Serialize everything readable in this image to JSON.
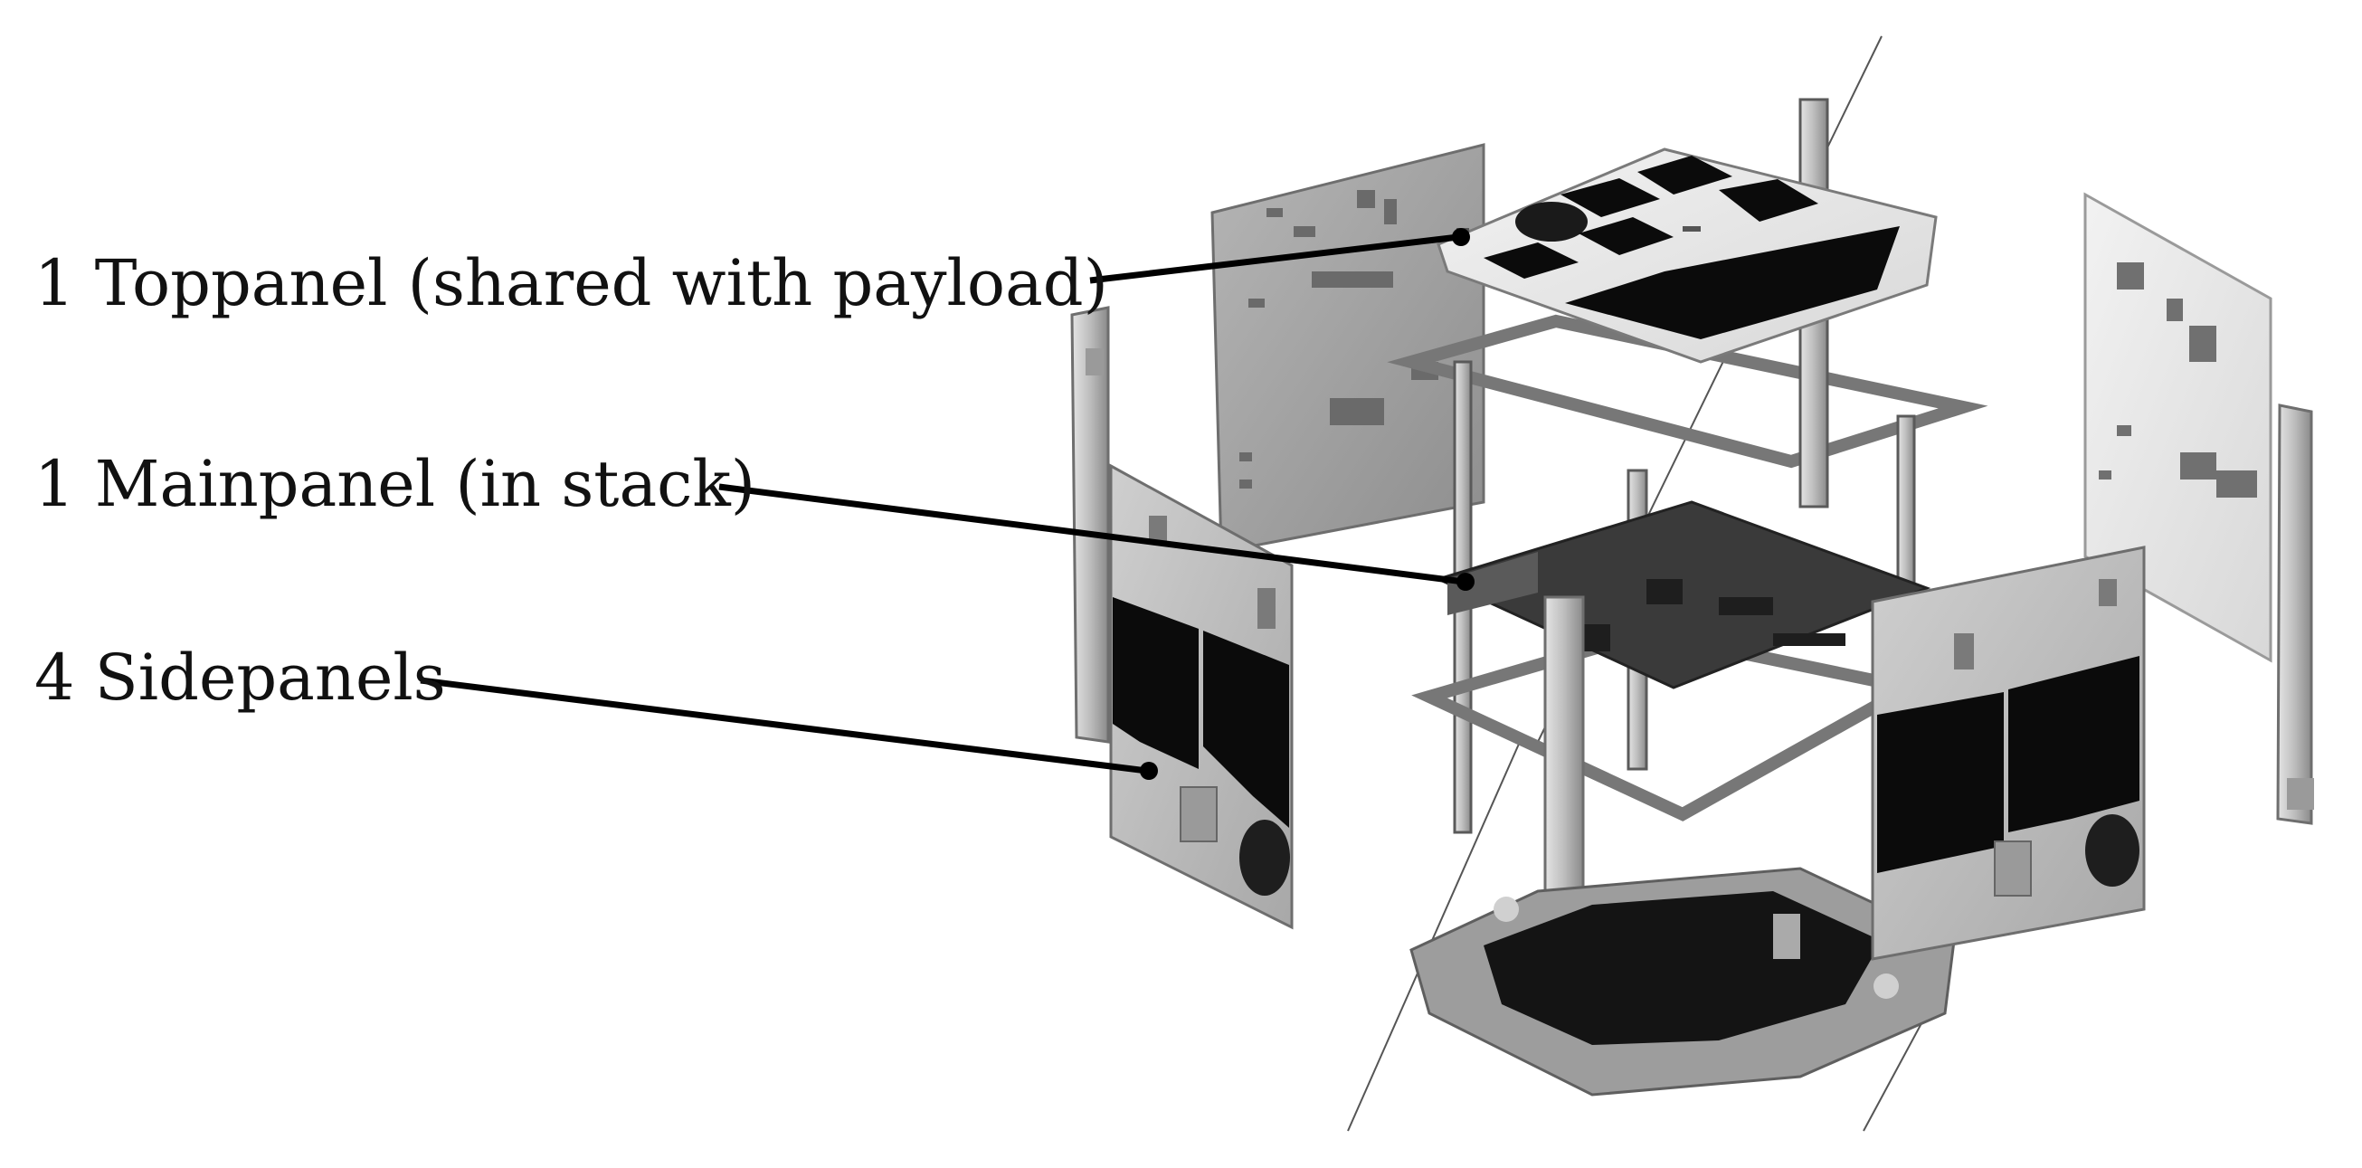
{
  "labels": {
    "toppanel": "1 Toppanel (shared with payload)",
    "mainpanel": "1 Mainpanel (in stack)",
    "sidepanels": "4 Sidepanels"
  },
  "colors": {
    "background": "#ffffff",
    "text": "#111111",
    "leader": "#000000",
    "metal_light": "#d6d6d6",
    "metal_mid": "#a9a9a9",
    "metal_dark": "#7a7a7a",
    "pcb_dark": "#3a3a3a",
    "solar_cell": "#0b0b0b",
    "board_white": "#f4f4f4"
  }
}
